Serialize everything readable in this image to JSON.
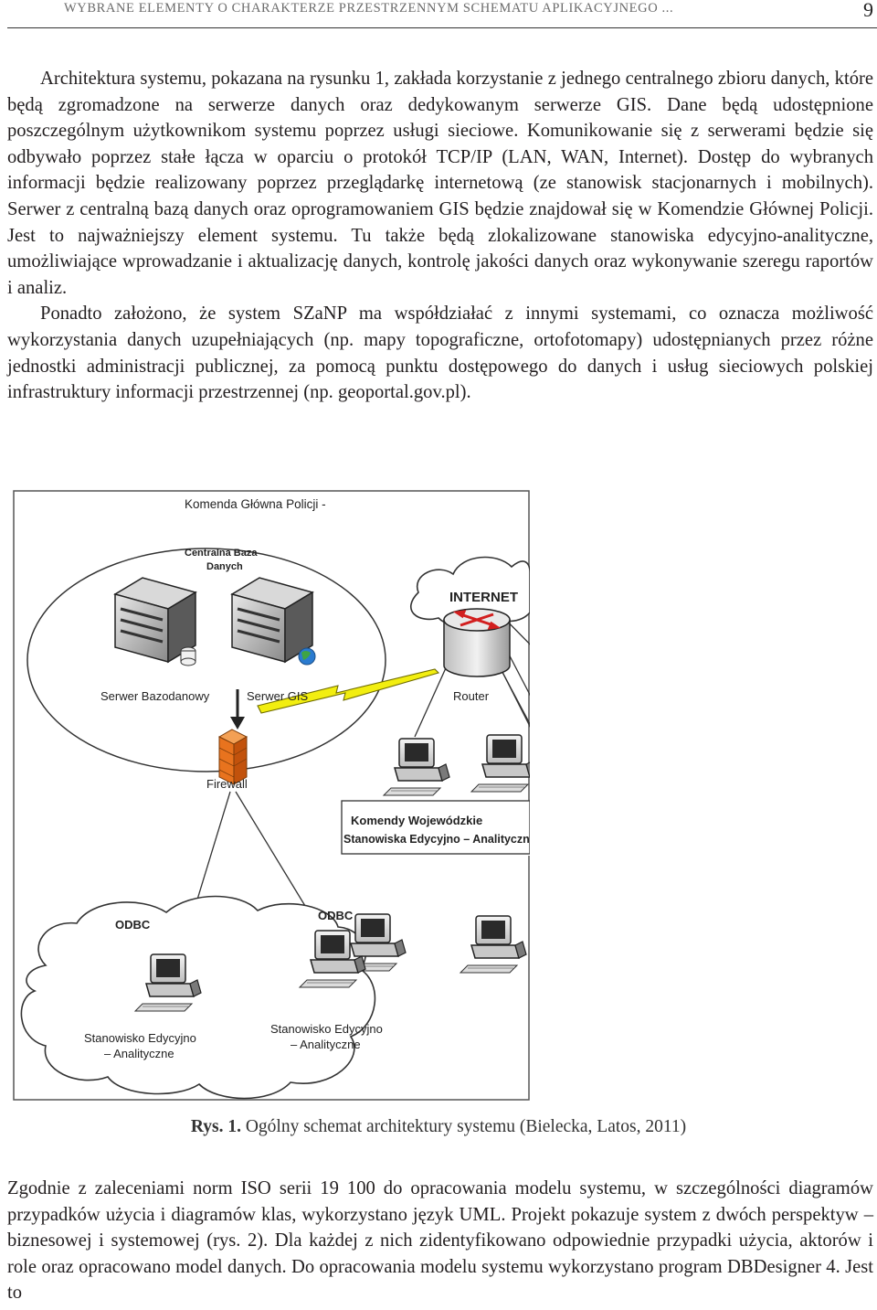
{
  "header": {
    "running_head": "WYBRANE ELEMENTY O CHARAKTERZE PRZESTRZENNYM SCHEMATU APLIKACYJNEGO ...",
    "page_number": "9"
  },
  "paragraphs": {
    "p1": "Architektura systemu, pokazana na rysunku 1, zakłada korzystanie z jednego centralnego zbioru danych, które będą zgromadzone na serwerze danych oraz dedykowanym serwerze GIS. Dane będą udostępnione poszczególnym użytkownikom systemu poprzez usługi sieciowe. Komunikowanie się z serwerami będzie się odbywało poprzez stałe łącza w oparciu o protokół TCP/IP (LAN, WAN, Internet). Dostęp do wybranych informacji będzie realizowany poprzez przeglądarkę internetową (ze stanowisk stacjonarnych i mobilnych). Serwer z centralną bazą danych oraz oprogramowaniem GIS będzie znajdował się w Komendzie Głównej Policji. Jest to najważniejszy element systemu. Tu także będą zlokalizowane stanowiska edycyjno-analityczne, umożliwiające wprowadzanie i aktualizację danych, kontrolę jakości danych oraz wykonywanie szeregu raportów i analiz.",
    "p2": "Ponadto założono, że system SZaNP ma współdziałać z innymi systemami, co oznacza możliwość wykorzystania danych uzupełniających (np. mapy topograficzne, ortofotomapy) udostępnianych przez różne jednostki administracji publicznej, za pomocą punktu dostępowego do danych i usług sieciowych polskiej infrastruktury informacji przestrzennej (np. geoportal.gov.pl).",
    "p3": "Zgodnie z zaleceniami norm ISO serii 19 100 do opracowania modelu systemu, w szczególności diagramów przypadków użycia i diagramów klas, wykorzystano język UML. Projekt pokazuje system z dwóch perspektyw – biznesowej i systemowej (rys. 2). Dla każdej z nich zidentyfikowano odpowiednie przypadki użycia, aktorów i role oraz opracowano model danych. Do opracowania modelu systemu wykorzystano program DBDesigner 4. Jest to"
  },
  "figure": {
    "frame_title": "Komenda Główna Policji -",
    "central_db": [
      "Centralna Baza",
      "Danych"
    ],
    "server_db": "Serwer Bazodanowy",
    "server_gis": "Serwer GIS",
    "router": "Router",
    "firewall": "Firewall",
    "internet": "INTERNET",
    "regional": [
      "Komendy Wojewódzkie",
      "Stanowiska Edycyjno – Analityczne"
    ],
    "odbc1": "ODBC",
    "odbc2": "ODBC",
    "station1": [
      "Stanowisko Edycyjno",
      "– Analityczne"
    ],
    "station2": [
      "Stanowisko Edycyjno",
      "– Analityczne"
    ]
  },
  "caption": {
    "label": "Rys. 1.",
    "text": "Ogólny schemat architektury systemu (Bielecka, Latos, 2011)"
  },
  "icons": {
    "server": "server-icon",
    "router": "router-icon",
    "firewall": "firewall-icon",
    "cloud": "cloud-icon",
    "computer": "desktop-computer-icon",
    "lightning": "lightning-link-icon"
  },
  "colors": {
    "lightning": "#f2ee10",
    "firewall": "#e8731e",
    "text": "#231f20"
  }
}
